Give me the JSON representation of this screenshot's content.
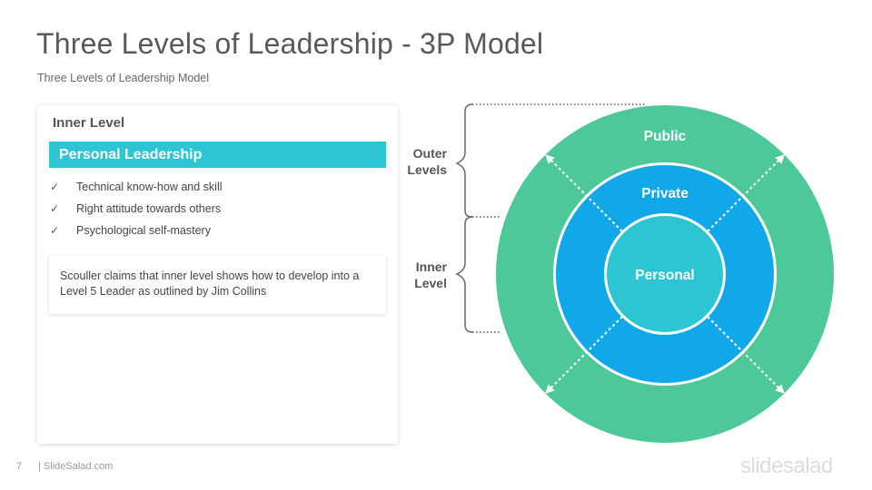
{
  "header": {
    "title": "Three Levels of Leadership - 3P Model",
    "subtitle": "Three Levels of Leadership Model"
  },
  "card": {
    "heading": "Inner Level",
    "band_label": "Personal Leadership",
    "bullets": [
      "Technical know-how and skill",
      "Right attitude towards others",
      "Psychological self-mastery"
    ],
    "note": "Scouller claims that inner level shows how to develop into a Level 5 Leader as outlined by Jim Collins"
  },
  "diagram": {
    "side_labels": {
      "outer_line1": "Outer",
      "outer_line2": "Levels",
      "inner_line1": "Inner",
      "inner_line2": "Level"
    },
    "rings": [
      {
        "label": "Public",
        "color": "#4dc899"
      },
      {
        "label": "Private",
        "color": "#10a8e8"
      },
      {
        "label": "Personal",
        "color": "#2dc5d3"
      }
    ],
    "check_icon": "checkmark-icon"
  },
  "footer": {
    "page_number": "7",
    "site": "| SlideSalad.com",
    "brand": "slidesalad"
  }
}
